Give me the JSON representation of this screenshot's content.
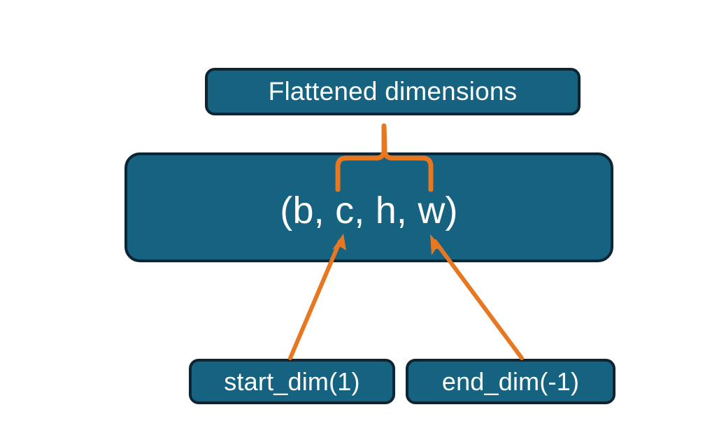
{
  "diagram": {
    "title_node": {
      "label": "Flattened dimensions",
      "name": "flattened-dimensions-box"
    },
    "shape_node": {
      "label": "(b, c, h, w)",
      "name": "tensor-shape-box"
    },
    "start_dim_node": {
      "label": "start_dim(1)",
      "name": "start-dim-box"
    },
    "end_dim_node": {
      "label": "end_dim(-1)",
      "name": "end-dim-box"
    },
    "connectors": [
      {
        "name": "brace-connector",
        "kind": "curly-brace",
        "from": "tensor-shape-box",
        "to": "flattened-dimensions-box",
        "spans": "c, h, w"
      },
      {
        "name": "start-dim-arrow",
        "kind": "arrow",
        "from": "start-dim-box",
        "to": "tensor-shape-box",
        "points_at": "c"
      },
      {
        "name": "end-dim-arrow",
        "kind": "arrow",
        "from": "end-dim-box",
        "to": "tensor-shape-box",
        "points_at": "w"
      }
    ],
    "colors": {
      "node_fill": "#156281",
      "node_border": "#0d2433",
      "node_text": "#ffffff",
      "connector": "#e87722",
      "background": "#ffffff"
    }
  }
}
